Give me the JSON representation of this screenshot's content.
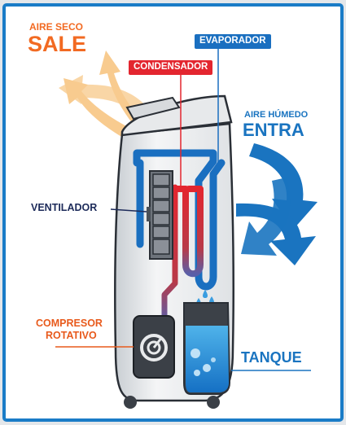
{
  "colors": {
    "frame": "#1a7cc7",
    "warm_arrow": "#f8c98a",
    "cold_arrow": "#1a74c0",
    "evaporator": "#1a6fc0",
    "condenser": "#e3262f",
    "ventilator_label": "#1d2b5a",
    "compressor_label": "#e85a1c",
    "sale_label": "#f26a22",
    "tank_water": "#1e8fd8"
  },
  "labels": {
    "aire_seco": "AIRE SECO",
    "sale": "SALE",
    "evaporador": "EVAPORADOR",
    "condensador": "CONDENSADOR",
    "aire_humedo": "AIRE HÚMEDO",
    "entra": "ENTRA",
    "ventilador": "VENTILADOR",
    "compresor_line1": "COMPRESOR",
    "compresor_line2": "ROTATIVO",
    "tanque": "TANQUE"
  }
}
